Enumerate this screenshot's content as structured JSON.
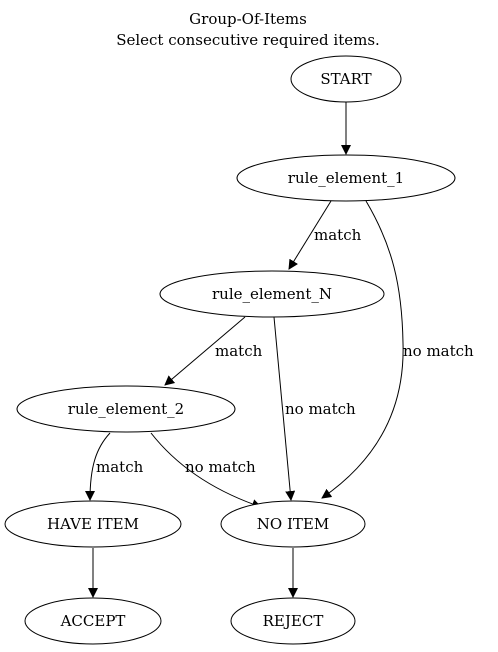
{
  "diagram": {
    "title": "Group-Of-Items",
    "subtitle": "Select consecutive required items.",
    "nodes": {
      "start": "START",
      "rule_element_1": "rule_element_1",
      "rule_element_n": "rule_element_N",
      "rule_element_2": "rule_element_2",
      "have_item": "HAVE ITEM",
      "no_item": "NO ITEM",
      "accept": "ACCEPT",
      "reject": "REJECT"
    },
    "edges": {
      "r1_to_rn": "match",
      "r1_to_noitem": "no match",
      "rn_to_r2": "match",
      "rn_to_noitem": "no match",
      "r2_to_haveitem": "match",
      "r2_to_noitem": "no match"
    }
  }
}
